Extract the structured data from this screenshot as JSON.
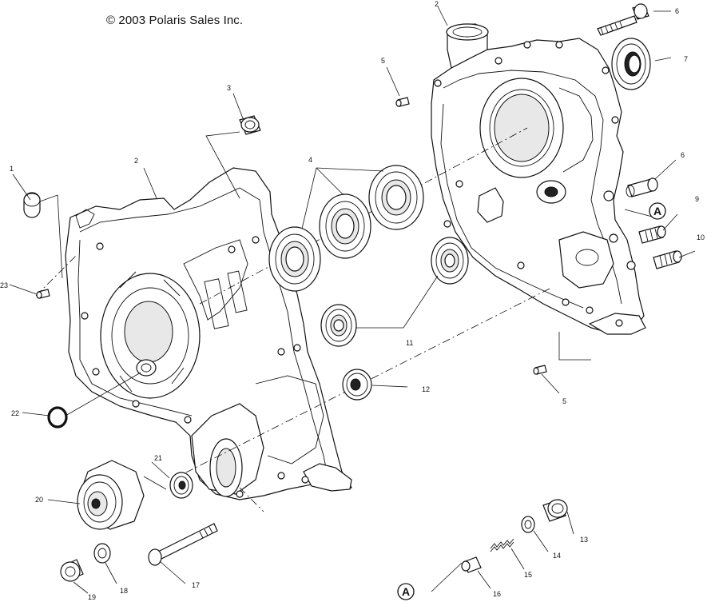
{
  "copyright": "© 2003 Polaris Sales Inc.",
  "reference_marker": "A",
  "callouts": {
    "c1": "1",
    "c2a": "2",
    "c2b": "2",
    "c3": "3",
    "c4": "4",
    "c5a": "5",
    "c5b": "5",
    "c6a": "6",
    "c6b": "6",
    "c7": "7",
    "c9": "9",
    "c10": "10",
    "c11": "11",
    "c12": "12",
    "c13": "13",
    "c14": "14",
    "c15": "15",
    "c16": "16",
    "c17": "17",
    "c18": "18",
    "c19": "19",
    "c20": "20",
    "c21": "21",
    "c22": "22",
    "c23": "23"
  }
}
